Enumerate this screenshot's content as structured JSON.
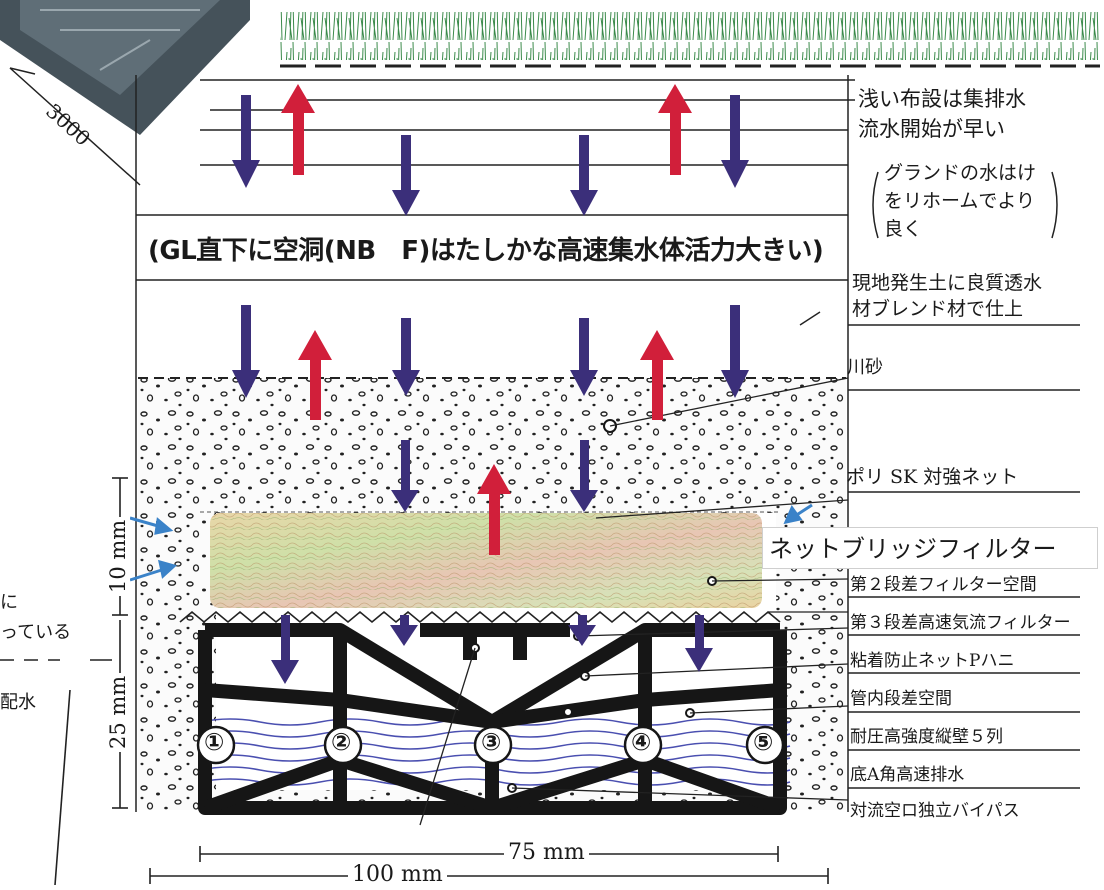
{
  "product_photo": {
    "length_label": "3000"
  },
  "side_notes": {
    "shallow_line1": "浅い布設は集排水",
    "shallow_line2": "流水開始が早い",
    "ground_line1": "グランドの水はけ",
    "ground_line2": "をリホームでより",
    "ground_line3": "良く"
  },
  "banner": "(GL直下に空洞(NB　F)はたしかな高速集水体活力大きい)",
  "layer_labels": {
    "soil_line1": "現地発生土に良質透水",
    "soil_line2": "材ブレンド材で仕上",
    "river_sand": "川砂",
    "poly_net": "ポリ SK 対強ネット",
    "net_bridge_filter": "ネットブリッジフィルター",
    "second_filter": "第２段差フィルター空間",
    "third_filter": "第３段差高速気流フィルター",
    "anti_stick_net": "粘着防止ネットPハニ",
    "pipe_space": "管内段差空間",
    "walls": "耐圧高強度縦壁５列",
    "bottom_drain": "底A角高速排水",
    "bypass": "対流空ロ独立バイパス"
  },
  "dimensions": {
    "upper_height": "10 mm",
    "lower_height": "25 mm",
    "inner_width": "75 mm",
    "outer_width": "100 mm"
  },
  "wall_numbers": [
    "①",
    "②",
    "③",
    "④",
    "⑤"
  ],
  "cut_off_left": {
    "line1": "に",
    "line2": "っている",
    "line3": "配水"
  },
  "colors": {
    "down_arrow": "#3b2f7a",
    "up_arrow": "#d11f3a",
    "water": "#4a4fb0",
    "grass": "#3a8a4a",
    "side_arrow": "#3a82c8"
  }
}
